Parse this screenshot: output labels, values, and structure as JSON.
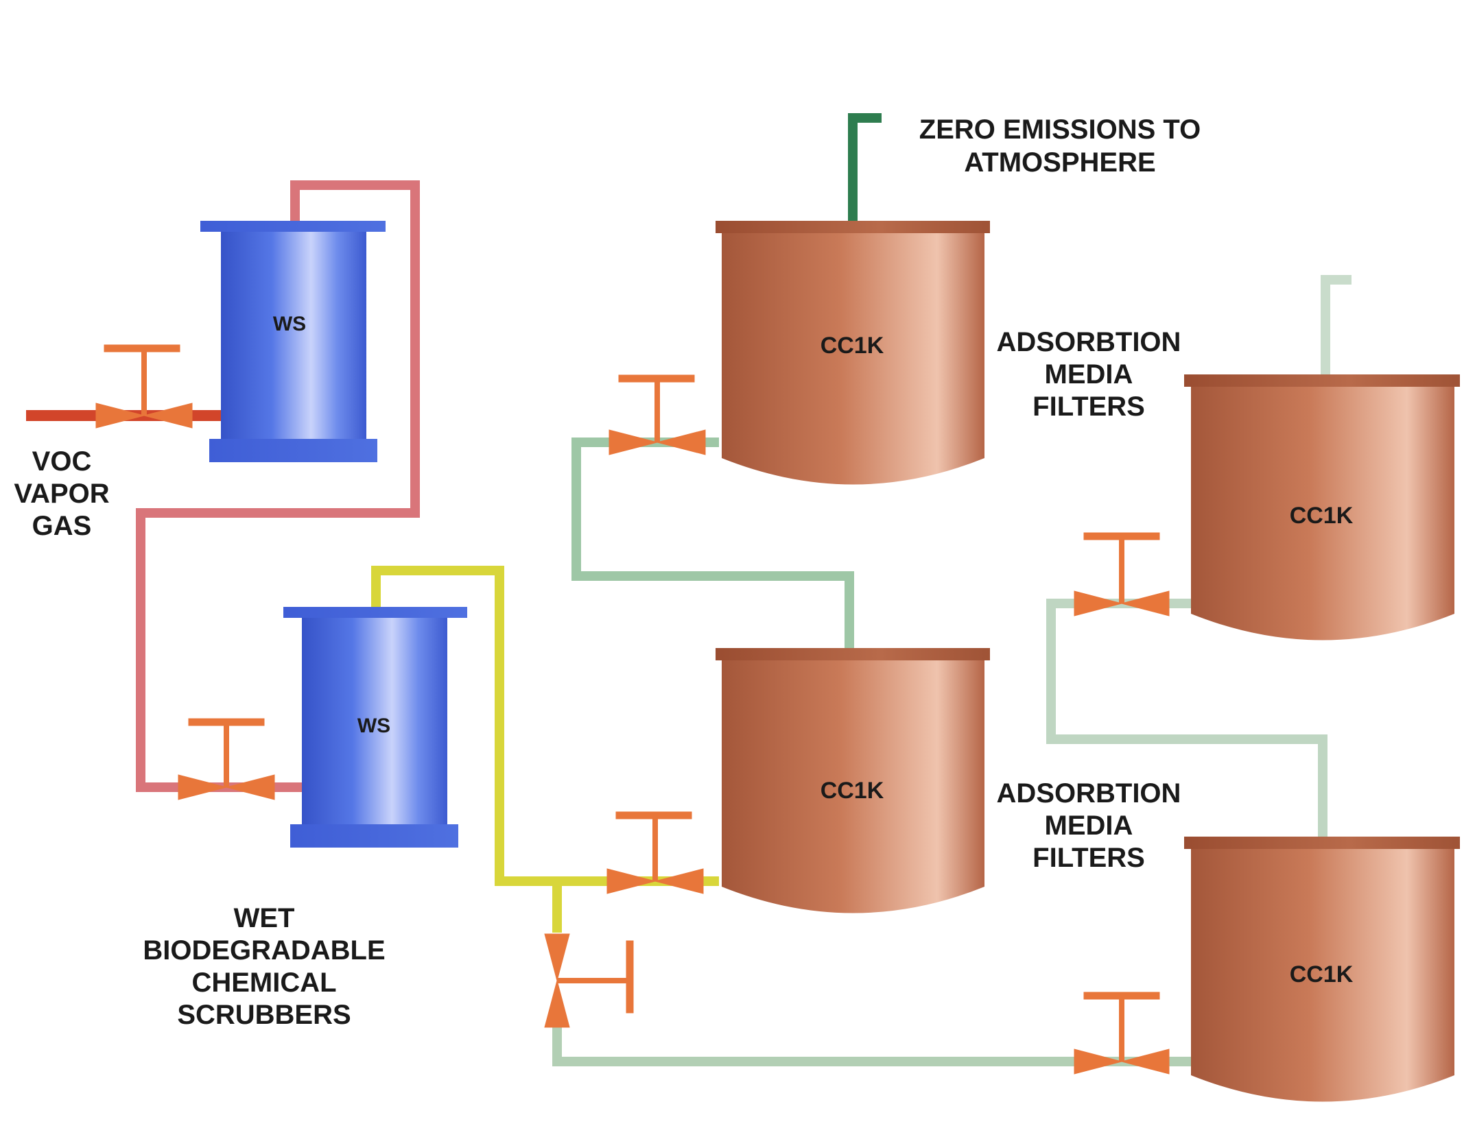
{
  "labels": {
    "zero_emissions": [
      "ZERO EMISSIONS TO",
      "ATMOSPHERE"
    ],
    "voc_input": [
      "VOC",
      "VAPOR",
      "GAS"
    ],
    "scrubbers": [
      "WET",
      "BIODEGRADABLE",
      "CHEMICAL",
      "SCRUBBERS"
    ],
    "filters_upper": [
      "ADSORBTION",
      "MEDIA",
      "FILTERS"
    ],
    "filters_lower": [
      "ADSORBTION",
      "MEDIA",
      "FILTERS"
    ]
  },
  "scrubbers": [
    {
      "label": "WS"
    },
    {
      "label": "WS"
    }
  ],
  "filters": [
    {
      "label": "CC1K"
    },
    {
      "label": "CC1K"
    },
    {
      "label": "CC1K"
    },
    {
      "label": "CC1K"
    }
  ],
  "colors": {
    "inlet_pipe": "#d2452a",
    "scrubber_link_pipe": "#d9757a",
    "outlet_pipe": "#d8d63a",
    "filter_pipe": "#9ec7a6",
    "exhaust_pipe_main": "#2e7d4f",
    "exhaust_pipe_secondary": "#c9dccb",
    "valve": "#e8763a",
    "scrubber_body": "#4a6fdc",
    "filter_body": "#b5694a"
  }
}
